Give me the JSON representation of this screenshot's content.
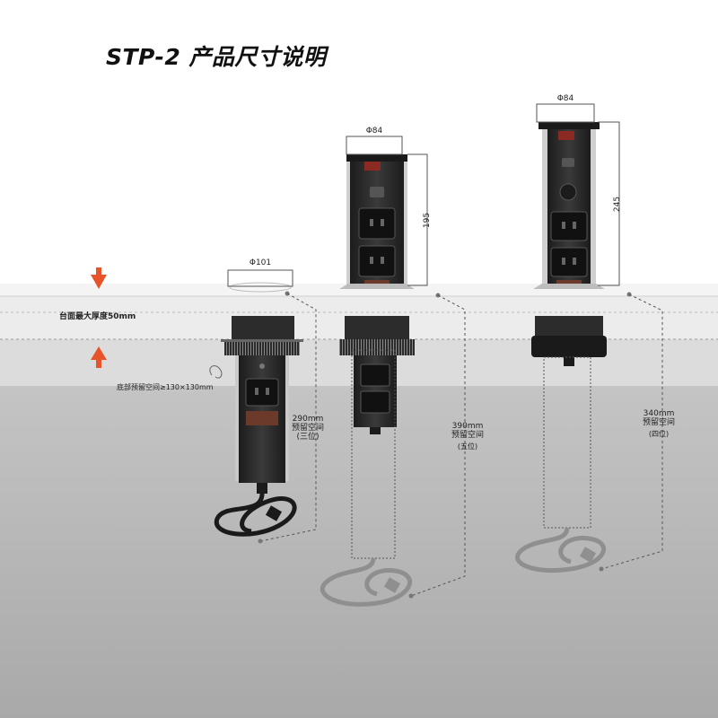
{
  "title": "STP-2 产品尺寸说明",
  "desk_thickness_note": "台面最大厚度50mm",
  "bottom_space_note": "底部预留空间≥130×130mm",
  "units": [
    {
      "id": "unit-1",
      "diameter": "Φ101",
      "height": "",
      "reserve_height": "290mm",
      "reserve_label": "预留空间",
      "positions": "(三位)"
    },
    {
      "id": "unit-2",
      "diameter": "Φ84",
      "height": "195",
      "reserve_height": "390mm",
      "reserve_label": "预留空间",
      "positions": "(五位)"
    },
    {
      "id": "unit-3",
      "diameter": "Φ84",
      "height": "245",
      "reserve_height": "340mm",
      "reserve_label": "预留空间",
      "positions": "(四位)"
    }
  ],
  "colors": {
    "accent": "#e8542a",
    "body": "#2a2a2a",
    "desk": "#ececec",
    "floor": "#b9b9b9"
  }
}
